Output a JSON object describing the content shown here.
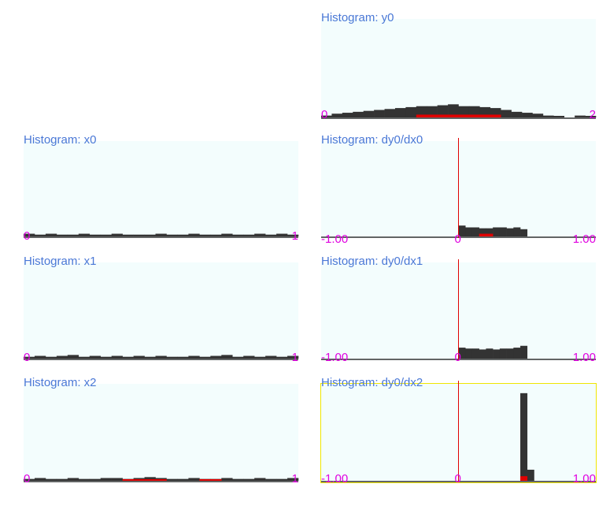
{
  "colors": {
    "title": "#4a78d6",
    "tick": "#e000e0",
    "plot_bg": "#f3fdfd",
    "bar": "#333333",
    "zero_line": "#e00000",
    "accent_bar": "#e00000",
    "selection": "#f0e600"
  },
  "chart_data": [
    {
      "id": "y0",
      "type": "bar",
      "title": "Histogram: y0",
      "ticks": [
        "0",
        "2"
      ],
      "xlim": [
        0,
        2
      ],
      "bins": 26,
      "values": [
        0.02,
        0.04,
        0.05,
        0.06,
        0.07,
        0.08,
        0.09,
        0.1,
        0.11,
        0.12,
        0.12,
        0.13,
        0.14,
        0.12,
        0.12,
        0.11,
        0.1,
        0.08,
        0.06,
        0.05,
        0.04,
        0.02,
        0.01,
        0,
        0.02,
        0.01
      ],
      "accent": [
        0,
        0,
        0,
        0,
        0,
        0,
        0,
        0,
        0,
        0.03,
        0.03,
        0.03,
        0.03,
        0.03,
        0.03,
        0.03,
        0.03,
        0,
        0,
        0,
        0,
        0,
        0,
        0,
        0,
        0
      ],
      "zero_line": false,
      "selected": false
    },
    {
      "id": "x0",
      "type": "bar",
      "title": "Histogram: x0",
      "ticks": [
        "0",
        "1"
      ],
      "xlim": [
        0,
        1
      ],
      "bins": 25,
      "values": [
        0.03,
        0.02,
        0.03,
        0.02,
        0.02,
        0.03,
        0.02,
        0.02,
        0.03,
        0.02,
        0.02,
        0.02,
        0.03,
        0.02,
        0.02,
        0.03,
        0.02,
        0.02,
        0.03,
        0.02,
        0.02,
        0.03,
        0.02,
        0.03,
        0.02
      ],
      "accent": [],
      "zero_line": false,
      "selected": false
    },
    {
      "id": "dy0dx0",
      "type": "bar",
      "title": "Histogram: dy0/dx0",
      "ticks": [
        "-1.00",
        "0",
        "1.00"
      ],
      "xlim": [
        -1,
        1
      ],
      "bins": 40,
      "values": [
        0,
        0,
        0,
        0,
        0,
        0,
        0,
        0,
        0,
        0,
        0,
        0,
        0,
        0,
        0,
        0,
        0,
        0,
        0,
        0,
        0.12,
        0.1,
        0.1,
        0.09,
        0.09,
        0.1,
        0.1,
        0.09,
        0.1,
        0.08,
        0,
        0,
        0,
        0,
        0,
        0,
        0,
        0,
        0,
        0
      ],
      "accent": [
        0,
        0,
        0,
        0,
        0,
        0,
        0,
        0,
        0,
        0,
        0,
        0,
        0,
        0,
        0,
        0,
        0,
        0,
        0,
        0,
        0,
        0,
        0,
        0.03,
        0.03,
        0,
        0,
        0,
        0,
        0,
        0,
        0,
        0,
        0,
        0,
        0,
        0,
        0,
        0,
        0
      ],
      "zero_line": true,
      "selected": false
    },
    {
      "id": "x1",
      "type": "bar",
      "title": "Histogram: x1",
      "ticks": [
        "0",
        "1"
      ],
      "xlim": [
        0,
        1
      ],
      "bins": 25,
      "values": [
        0.02,
        0.03,
        0.02,
        0.03,
        0.04,
        0.02,
        0.03,
        0.02,
        0.03,
        0.02,
        0.03,
        0.02,
        0.03,
        0.02,
        0.02,
        0.03,
        0.02,
        0.03,
        0.04,
        0.02,
        0.03,
        0.02,
        0.03,
        0.02,
        0.03
      ],
      "accent": [],
      "zero_line": false,
      "selected": false
    },
    {
      "id": "dy0dx1",
      "type": "bar",
      "title": "Histogram: dy0/dx1",
      "ticks": [
        "-1.00",
        "0",
        "1.00"
      ],
      "xlim": [
        -1,
        1
      ],
      "bins": 40,
      "values": [
        0,
        0,
        0,
        0,
        0,
        0,
        0,
        0,
        0,
        0,
        0,
        0,
        0,
        0,
        0,
        0,
        0,
        0,
        0,
        0,
        0.12,
        0.11,
        0.11,
        0.1,
        0.11,
        0.1,
        0.11,
        0.11,
        0.12,
        0.14,
        0,
        0,
        0,
        0,
        0,
        0,
        0,
        0,
        0,
        0
      ],
      "accent": [],
      "zero_line": true,
      "selected": false
    },
    {
      "id": "x2",
      "type": "bar",
      "title": "Histogram: x2",
      "ticks": [
        "0",
        "1"
      ],
      "xlim": [
        0,
        1
      ],
      "bins": 25,
      "values": [
        0.02,
        0.03,
        0.02,
        0.02,
        0.03,
        0.02,
        0.02,
        0.03,
        0.03,
        0.02,
        0.03,
        0.04,
        0.03,
        0.02,
        0.02,
        0.03,
        0.02,
        0.02,
        0.03,
        0.02,
        0.02,
        0.03,
        0.02,
        0.02,
        0.03
      ],
      "accent": [
        0,
        0,
        0,
        0,
        0,
        0,
        0,
        0,
        0,
        0.015,
        0.015,
        0.015,
        0.015,
        0,
        0,
        0,
        0.015,
        0.015,
        0,
        0,
        0,
        0,
        0,
        0,
        0
      ],
      "zero_line": false,
      "selected": false
    },
    {
      "id": "dy0dx2",
      "type": "bar",
      "title": "Histogram: dy0/dx2",
      "ticks": [
        "-1.00",
        "0",
        "1.00"
      ],
      "xlim": [
        -1,
        1
      ],
      "bins": 40,
      "values": [
        0,
        0,
        0,
        0,
        0,
        0,
        0,
        0,
        0,
        0,
        0,
        0,
        0,
        0,
        0,
        0,
        0,
        0,
        0,
        0,
        0,
        0,
        0,
        0,
        0,
        0,
        0,
        0,
        0,
        0.95,
        0.12,
        0,
        0,
        0,
        0,
        0,
        0,
        0,
        0,
        0
      ],
      "accent": [
        0,
        0,
        0,
        0,
        0,
        0,
        0,
        0,
        0,
        0,
        0,
        0,
        0,
        0,
        0,
        0,
        0,
        0,
        0,
        0,
        0,
        0,
        0,
        0,
        0,
        0,
        0,
        0,
        0,
        0.05,
        0,
        0,
        0,
        0,
        0,
        0,
        0,
        0,
        0,
        0
      ],
      "zero_line": true,
      "selected": true
    }
  ]
}
